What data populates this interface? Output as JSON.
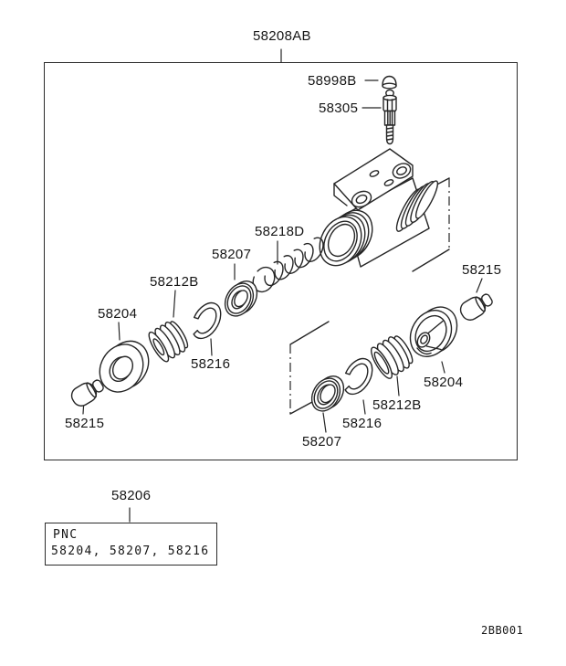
{
  "page": {
    "background": "#ffffff",
    "line_color": "#252525",
    "text_color": "#161616"
  },
  "assembly": {
    "label": "58208AB"
  },
  "callouts": [
    {
      "id": "bleeder-cap",
      "text": "58998B"
    },
    {
      "id": "bleeder-screw",
      "text": "58305"
    },
    {
      "id": "spring",
      "text": "58218D"
    },
    {
      "id": "seal-left",
      "text": "58207"
    },
    {
      "id": "cup-left",
      "text": "58212B"
    },
    {
      "id": "piston-left",
      "text": "58204"
    },
    {
      "id": "snap-ring-left",
      "text": "58216"
    },
    {
      "id": "cap-left",
      "text": "58215"
    },
    {
      "id": "cap-right",
      "text": "58215"
    },
    {
      "id": "piston-right",
      "text": "58204"
    },
    {
      "id": "cup-right",
      "text": "58212B"
    },
    {
      "id": "snap-ring-right",
      "text": "58216"
    },
    {
      "id": "seal-right",
      "text": "58207"
    }
  ],
  "kit": {
    "label": "58206",
    "pnc_title": "PNC",
    "pnc_codes": "58204, 58207, 58216"
  },
  "figure_code": "2BB001"
}
